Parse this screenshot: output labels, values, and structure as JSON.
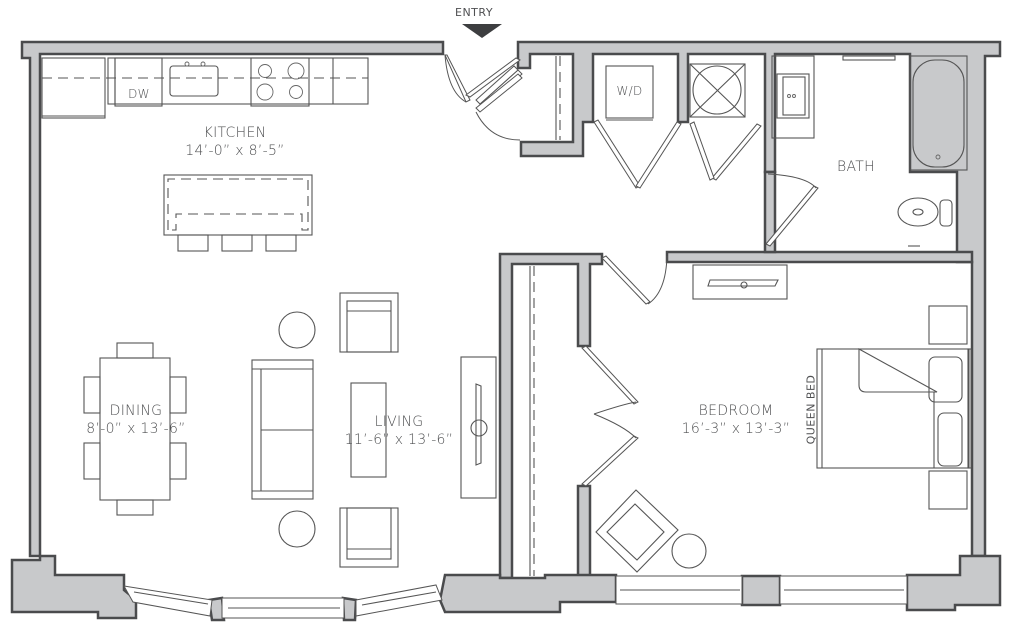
{
  "entry": {
    "label": "ENTRY",
    "icon": "entry-arrow-icon"
  },
  "rooms": {
    "kitchen": {
      "name": "KITCHEN",
      "dims": "14’-0” x 8’-5”"
    },
    "dining": {
      "name": "DINING",
      "dims": "8’-0” x 13’-6”"
    },
    "living": {
      "name": "LIVING",
      "dims": "11’-6” x 13’-6”"
    },
    "bedroom": {
      "name": "BEDROOM",
      "dims": "16’-3” x 13’-3”"
    },
    "bath": {
      "name": "BATH"
    }
  },
  "fixtures": {
    "dishwasher": "DW",
    "washer_dryer": "W/D",
    "bed": "QUEEN BED"
  },
  "colors": {
    "wall_fill": "#c8c9cb",
    "wall_stroke": "#4a4b4d",
    "line": "#555555",
    "text": "#4f5052"
  }
}
